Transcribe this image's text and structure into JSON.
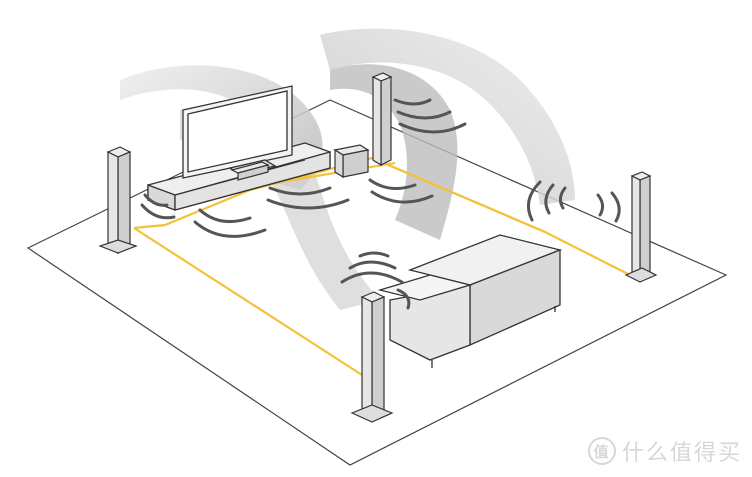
{
  "diagram": {
    "kind": "5.1 surround sound speaker placement",
    "components": [
      "tv",
      "tv-stand",
      "center-speaker",
      "subwoofer",
      "front-left-speaker",
      "front-right-speaker",
      "surround-left-speaker",
      "surround-right-speaker",
      "sofa"
    ]
  },
  "colors": {
    "cable": "#f2c238",
    "outline": "#333333",
    "beam": "#c9c9c9",
    "wave": "#555555",
    "floor": "#ffffff"
  },
  "watermark": {
    "badge": "值",
    "text": "什么值得买"
  }
}
